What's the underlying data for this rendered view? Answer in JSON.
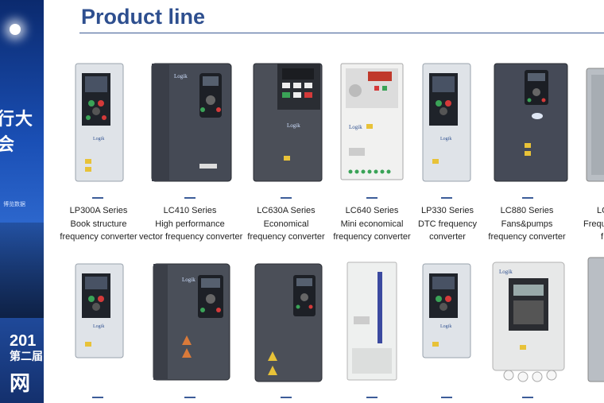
{
  "slide": {
    "title": "Product line"
  },
  "stage": {
    "cn_top": "行大会",
    "small_text": "博览数据",
    "year": "201",
    "cn_mid": "第二届",
    "cn_bottom": "网"
  },
  "products_row1": [
    {
      "line1": "LP300A Series",
      "line2": "Book structure",
      "line3": "frequency converter"
    },
    {
      "line1": "LC410 Series",
      "line2": "High performance",
      "line3": "vector frequency converter"
    },
    {
      "line1": "LC630A Series",
      "line2": "Economical",
      "line3": "frequency converter"
    },
    {
      "line1": "LC640  Series",
      "line2": "Mini economical",
      "line3": "frequency converter"
    },
    {
      "line1": "LP330  Series",
      "line2": "DTC frequency",
      "line3": "converter"
    },
    {
      "line1": "LC880  Series",
      "line2": "Fans&pumps",
      "line3": "frequency converter"
    },
    {
      "line1": "LC",
      "line2": "Frequ",
      "line3": "f"
    }
  ],
  "colors": {
    "title": "#2e4f8f",
    "rule": "#3c5a94",
    "dark_body": "#3b3f47",
    "light_body": "#d9dde2",
    "key_green": "#3aa357",
    "key_red": "#d43a3a"
  },
  "icons": [
    "stage-spotlight-icon",
    "vfd-keypad-icon"
  ]
}
